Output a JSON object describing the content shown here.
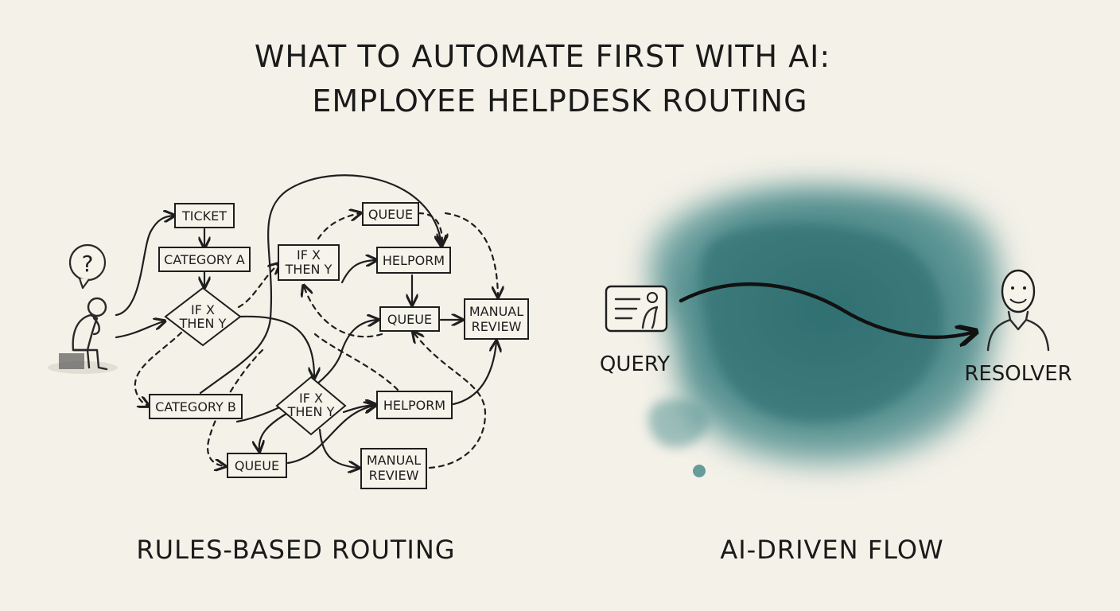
{
  "title": {
    "line1": "WHAT TO AUTOMATE FIRST WITH AI:",
    "line2": "EMPLOYEE HELPDESK ROUTING"
  },
  "left": {
    "caption": "RULES-BASED ROUTING",
    "question_mark": "?",
    "nodes": {
      "ticket": "TICKET",
      "category_a": "CATEGORY A",
      "category_b": "CATEGORY B",
      "decision_1": [
        "IF X",
        "THEN Y"
      ],
      "decision_2": [
        "IF X",
        "THEN Y"
      ],
      "decision_3": [
        "IF X",
        "THEN Y"
      ],
      "queue_top": "QUEUE",
      "queue_mid": "QUEUE",
      "queue_bottom": "QUEUE",
      "helpform_1": "HELPORM",
      "helpform_2": "HELPORM",
      "manual_review_1": [
        "MANUAL",
        "REVIEW"
      ],
      "manual_review_2": [
        "MANUAL",
        "REVIEW"
      ]
    }
  },
  "right": {
    "caption": "AI-DRIVEN FLOW",
    "query_label": "QUERY",
    "resolver_label": "RESOLVER",
    "wash_color": "#3d7f80"
  }
}
